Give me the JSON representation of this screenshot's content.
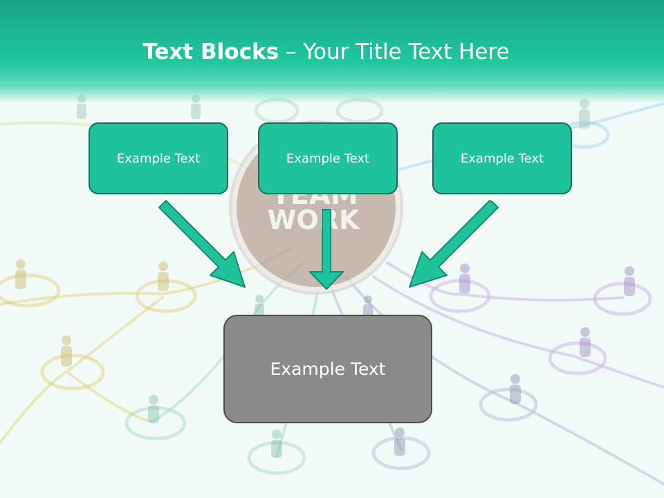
{
  "slide": {
    "title_bold": "Text Blocks",
    "title_dash": " – ",
    "title_rest": "Your Title Text Here",
    "boxes": [
      {
        "label": "Example Text"
      },
      {
        "label": "Example Text"
      },
      {
        "label": "Example Text"
      }
    ],
    "center_box": {
      "label": "Example Text"
    },
    "background_badge": {
      "line1": "TEAM",
      "line2": "WORK"
    }
  },
  "colors": {
    "header": "#1fc79f",
    "box_fill": "#1fc39b",
    "box_border": "#176b58",
    "center_fill": "#8a8a8a",
    "arrow": "#1fc39b"
  }
}
